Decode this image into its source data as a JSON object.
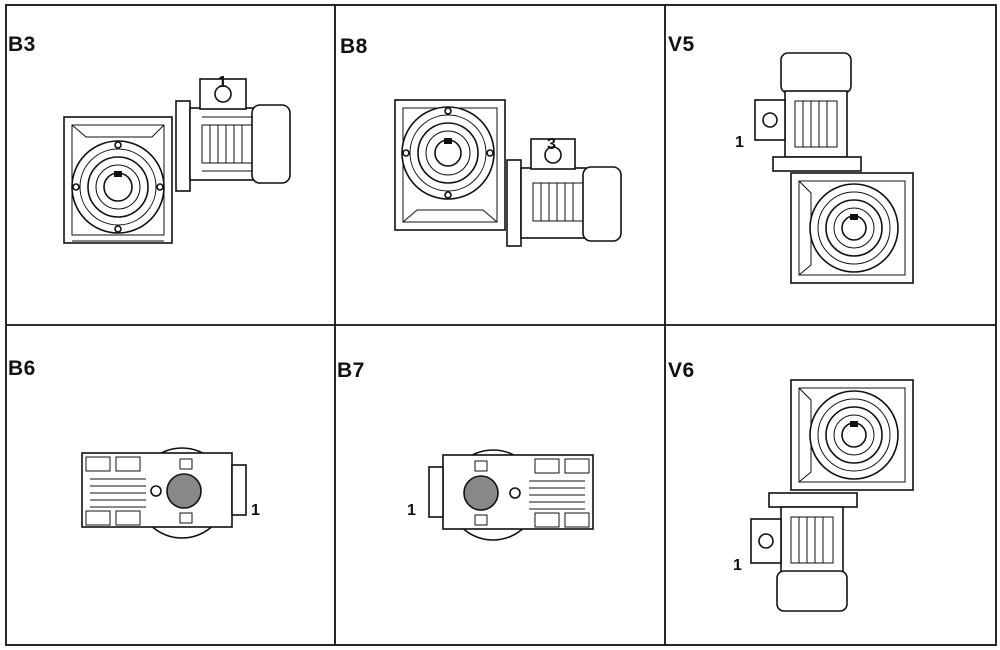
{
  "title": "",
  "colors": {
    "line": "#111111",
    "background": "#ffffff"
  },
  "positions": [
    {
      "code": "B3",
      "callout": "1",
      "view": "front, motor on right-top"
    },
    {
      "code": "B8",
      "callout": "3",
      "view": "front, motor on right-bottom"
    },
    {
      "code": "V5",
      "callout": "1",
      "view": "motor vertical above"
    },
    {
      "code": "B6",
      "callout": "1",
      "view": "top view, terminal box right"
    },
    {
      "code": "B7",
      "callout": "1",
      "view": "top view, terminal box left"
    },
    {
      "code": "V6",
      "callout": "1",
      "view": "motor vertical below"
    }
  ]
}
